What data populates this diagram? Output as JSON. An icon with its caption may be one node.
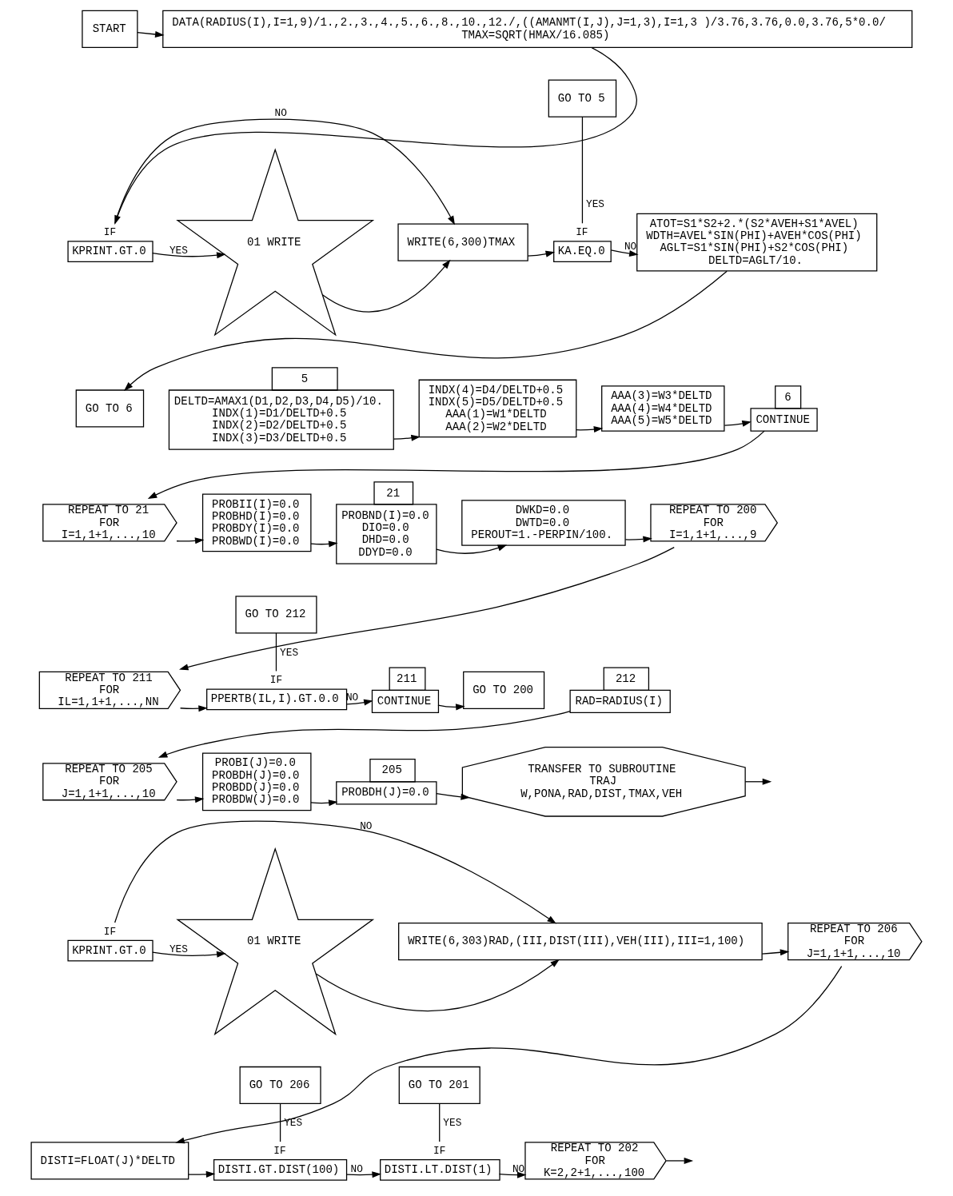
{
  "diagram": {
    "nodes": [
      {
        "text": [
          "START"
        ]
      },
      {
        "text": [
          "DATA(RADIUS(I),I=1,9)/1.,2.,3.,4.,5.,6.,8.,10.,12./,((AMANMT(I,J),J=1,3),I=1,3 )/3.76,3.76,0.0,3.76,5*0.0/",
          "TMAX=SQRT(HMAX/16.085)"
        ]
      },
      {
        "text": [
          "KPRINT.GT.0"
        ],
        "beside": [
          "IF"
        ]
      },
      {
        "text": [
          "01 WRITE"
        ]
      },
      {
        "text": [
          "WRITE(6,300)TMAX"
        ]
      },
      {
        "text": [
          "GO TO 5"
        ]
      },
      {
        "text": [
          "KA.EQ.0"
        ],
        "beside": [
          "IF"
        ]
      },
      {
        "text": [
          "ATOT=S1*S2+2.*(S2*AVEH+S1*AVEL)",
          "WDTH=AVEL*SIN(PHI)+AVEH*COS(PHI)",
          "AGLT=S1*SIN(PHI)+S2*COS(PHI)",
          "DELTD=AGLT/10."
        ]
      },
      {
        "text": [
          "GO TO 6"
        ]
      },
      {
        "text": [
          "5",
          "DELTD=AMAX1(D1,D2,D3,D4,D5)/10.",
          "INDX(1)=D1/DELTD+0.5",
          "INDX(2)=D2/DELTD+0.5",
          "INDX(3)=D3/DELTD+0.5"
        ]
      },
      {
        "text": [
          "INDX(4)=D4/DELTD+0.5",
          "INDX(5)=D5/DELTD+0.5",
          "AAA(1)=W1*DELTD",
          "AAA(2)=W2*DELTD"
        ]
      },
      {
        "text": [
          "AAA(3)=W3*DELTD",
          "AAA(4)=W4*DELTD",
          "AAA(5)=W5*DELTD"
        ]
      },
      {
        "text": [
          "6",
          "CONTINUE"
        ]
      },
      {
        "text": [
          "REPEAT TO 21",
          "FOR",
          "I=1,1+1,...,10"
        ]
      },
      {
        "text": [
          "PROBII(I)=0.0",
          "PROBHD(I)=0.0",
          "PROBDY(I)=0.0",
          "PROBWD(I)=0.0"
        ]
      },
      {
        "text": [
          "21",
          "PROBND(I)=0.0",
          "DIO=0.0",
          "DHD=0.0",
          "DDYD=0.0"
        ]
      },
      {
        "text": [
          "DWKD=0.0",
          "DWTD=0.0",
          "PEROUT=1.-PERPIN/100."
        ]
      },
      {
        "text": [
          "REPEAT TO 200",
          "FOR",
          "I=1,1+1,...,9"
        ]
      },
      {
        "text": [
          "REPEAT TO 211",
          "FOR",
          "IL=1,1+1,...,NN"
        ]
      },
      {
        "text": [
          "PPERTB(IL,I).GT.0.0"
        ],
        "beside": [
          "IF"
        ]
      },
      {
        "text": [
          "GO TO 212"
        ]
      },
      {
        "text": [
          "211",
          "CONTINUE"
        ]
      },
      {
        "text": [
          "GO TO 200"
        ]
      },
      {
        "text": [
          "212",
          "RAD=RADIUS(I)"
        ]
      },
      {
        "text": [
          "REPEAT TO 205",
          "FOR",
          "J=1,1+1,...,10"
        ]
      },
      {
        "text": [
          "PROBI(J)=0.0",
          "PROBDH(J)=0.0",
          "PROBDD(J)=0.0",
          "PROBDW(J)=0.0"
        ]
      },
      {
        "text": [
          "205",
          "PROBDH(J)=0.0"
        ]
      },
      {
        "text": [
          "TRANSFER TO SUBROUTINE",
          "TRAJ",
          "W,PONA,RAD,DIST,TMAX,VEH"
        ]
      },
      {
        "text": [
          "KPRINT.GT.0"
        ],
        "beside": [
          "IF"
        ]
      },
      {
        "text": [
          "01 WRITE"
        ]
      },
      {
        "text": [
          "WRITE(6,303)RAD,(III,DIST(III),VEH(III),III=1,100)"
        ]
      },
      {
        "text": [
          "REPEAT TO 206",
          "FOR",
          "J=1,1+1,...,10"
        ]
      },
      {
        "text": [
          "DISTI=FLOAT(J)*DELTD"
        ]
      },
      {
        "text": [
          "GO TO 206"
        ]
      },
      {
        "text": [
          "DISTI.GT.DIST(100)"
        ],
        "beside": [
          "IF"
        ]
      },
      {
        "text": [
          "GO TO 201"
        ]
      },
      {
        "text": [
          "DISTI.LT.DIST(1)"
        ],
        "beside": [
          "IF"
        ]
      },
      {
        "text": [
          "REPEAT TO 202",
          "FOR",
          "K=2,2+1,...,100"
        ]
      }
    ],
    "edges": [
      {
        "from": 0,
        "to": 1,
        "arrow": "to"
      },
      {
        "from": 1,
        "to": 2,
        "arrow": "to"
      },
      {
        "from": 2,
        "to": 3,
        "arrow": "to",
        "label": "YES"
      },
      {
        "from": 3,
        "to": 4,
        "arrow": "to"
      },
      {
        "from": 2,
        "to": 4,
        "arrow": "to",
        "label": "NO"
      },
      {
        "from": 4,
        "to": 6,
        "arrow": "to"
      },
      {
        "from": 6,
        "to": 5,
        "arrow": "none",
        "label": "YES"
      },
      {
        "from": 6,
        "to": 7,
        "arrow": "to",
        "label": "NO"
      },
      {
        "from": 7,
        "to": 8,
        "arrow": "to"
      },
      {
        "from": 9,
        "to": 10,
        "arrow": "to"
      },
      {
        "from": 10,
        "to": 11,
        "arrow": "to"
      },
      {
        "from": 11,
        "to": 12,
        "arrow": "to"
      },
      {
        "from": 12,
        "to": 13,
        "arrow": "to"
      },
      {
        "from": 13,
        "to": 14,
        "arrow": "to"
      },
      {
        "from": 14,
        "to": 15,
        "arrow": "to"
      },
      {
        "from": 15,
        "to": 16,
        "arrow": "to"
      },
      {
        "from": 16,
        "to": 17,
        "arrow": "to"
      },
      {
        "from": 17,
        "to": 18,
        "arrow": "to"
      },
      {
        "from": 18,
        "to": 19,
        "arrow": "to"
      },
      {
        "from": 19,
        "to": 20,
        "arrow": "none",
        "label": "YES"
      },
      {
        "from": 19,
        "to": 21,
        "arrow": "to",
        "label": "NO"
      },
      {
        "from": 21,
        "to": 22,
        "arrow": "to"
      },
      {
        "from": 23,
        "to": 24,
        "arrow": "to"
      },
      {
        "from": 24,
        "to": 25,
        "arrow": "to"
      },
      {
        "from": 25,
        "to": 26,
        "arrow": "to"
      },
      {
        "from": 26,
        "to": 27,
        "arrow": "to"
      },
      {
        "from": 27,
        "to": null,
        "arrow": "to"
      },
      {
        "from": 28,
        "to": 29,
        "arrow": "to",
        "label": "YES"
      },
      {
        "from": 29,
        "to": 30,
        "arrow": "to"
      },
      {
        "from": 28,
        "to": 30,
        "arrow": "to",
        "label": "NO"
      },
      {
        "from": 30,
        "to": 31,
        "arrow": "to"
      },
      {
        "from": 31,
        "to": 32,
        "arrow": "to"
      },
      {
        "from": 32,
        "to": 34,
        "arrow": "to"
      },
      {
        "from": 34,
        "to": 33,
        "arrow": "none",
        "label": "YES"
      },
      {
        "from": 34,
        "to": 36,
        "arrow": "to",
        "label": "NO"
      },
      {
        "from": 36,
        "to": 35,
        "arrow": "none",
        "label": "YES"
      },
      {
        "from": 36,
        "to": 37,
        "arrow": "to",
        "label": "NO"
      },
      {
        "from": 37,
        "to": null,
        "arrow": "to"
      }
    ]
  }
}
